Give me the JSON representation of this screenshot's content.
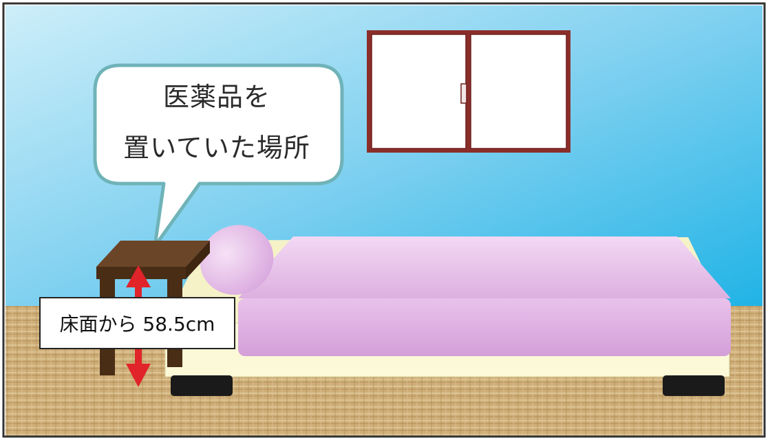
{
  "callout": {
    "line1": "医薬品を",
    "line2": "置いていた場所"
  },
  "measurement": {
    "label": "床面から 58.5cm"
  },
  "colors": {
    "wall_top": "#a9dcf0",
    "wall_bottom": "#3bbfe8",
    "floor": "#c9a770",
    "window_frame": "#8b2e2a",
    "table": "#5b3a1e",
    "bed_base": "#fbf9d4",
    "mattress": "#e6b8e8",
    "arrow": "#e0242a"
  }
}
